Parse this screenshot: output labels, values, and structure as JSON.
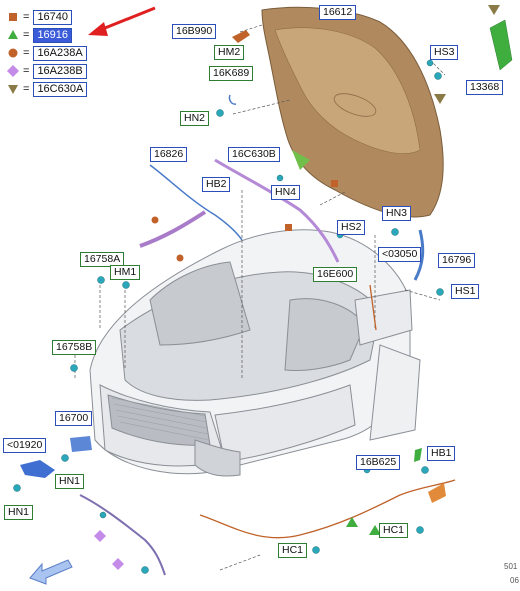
{
  "legend": [
    {
      "symbol": "square",
      "color": "#c0622a",
      "code": "16740",
      "highlight": false
    },
    {
      "symbol": "triangle-up",
      "color": "#3fae3f",
      "code": "16916",
      "highlight": true
    },
    {
      "symbol": "circle",
      "color": "#c0622a",
      "code": "16A238A",
      "highlight": false
    },
    {
      "symbol": "diamond",
      "color": "#c58be8",
      "code": "16A238B",
      "highlight": false
    },
    {
      "symbol": "triangle-down",
      "color": "#8a7a45",
      "code": "16C630A",
      "highlight": false
    }
  ],
  "legend_equals": "=",
  "colors": {
    "label_border_blue": "#2a4fb8",
    "label_border_green": "#2e7d32",
    "highlight": "#3b5bd9",
    "pointer_arrow": "#e02020",
    "hood": "#b08a5e",
    "body_outline": "#8a8f96",
    "fastener": "#2aa7b8"
  },
  "parts": {
    "p16612": "16612",
    "p16B990": "16B990",
    "hm2": "HM2",
    "p16K689": "16K689",
    "hn2": "HN2",
    "hs3": "HS3",
    "p13368": "13368",
    "p16826": "16826",
    "p16C630B": "16C630B",
    "hb2": "HB2",
    "hn4": "HN4",
    "hs2": "HS2",
    "hn3": "HN3",
    "p03050": "<03050",
    "p16796": "16796",
    "p16E600": "16E600",
    "hs1": "HS1",
    "p16758A": "16758A",
    "hm1": "HM1",
    "p16758B": "16758B",
    "p16700": "16700",
    "p01920": "<01920",
    "hn1_left": "HN1",
    "hn1_bottom": "HN1",
    "p16B625": "16B625",
    "hb1": "HB1",
    "hc1_right": "HC1",
    "hc1_bottom": "HC1"
  },
  "footer": {
    "line1": "501",
    "line2": "06"
  }
}
